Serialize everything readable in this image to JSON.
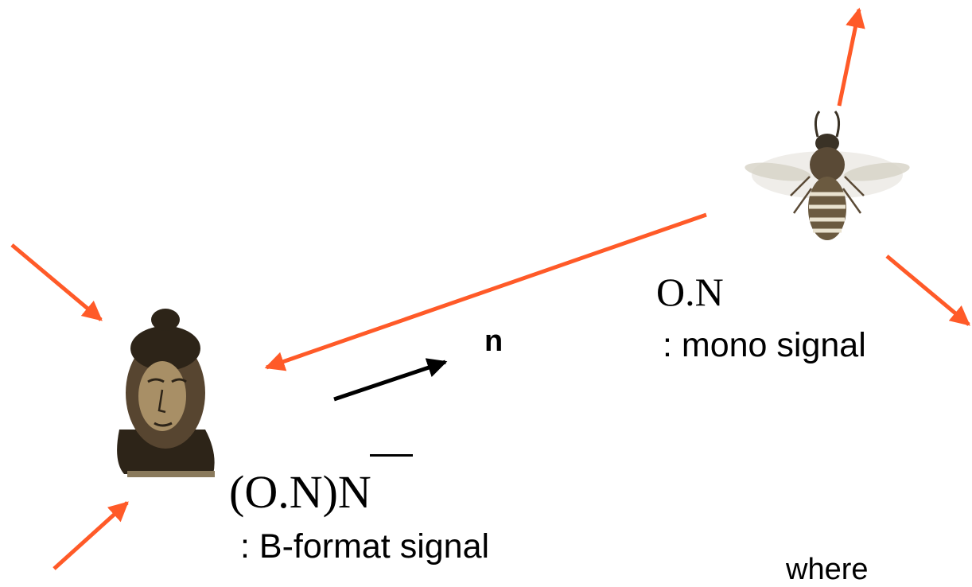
{
  "colors": {
    "sound_ray": "#ff5a28",
    "direction_arrow": "#000000",
    "text": "#000000"
  },
  "icons": {
    "source": "bee-icon",
    "listener": "buddha-head-icon"
  },
  "labels": {
    "mono_expr": "O.N",
    "mono_desc": ": mono signal",
    "direction": "n",
    "bformat_expr": "(O.N)N",
    "bformat_desc": ": B-format signal",
    "where": "where"
  }
}
